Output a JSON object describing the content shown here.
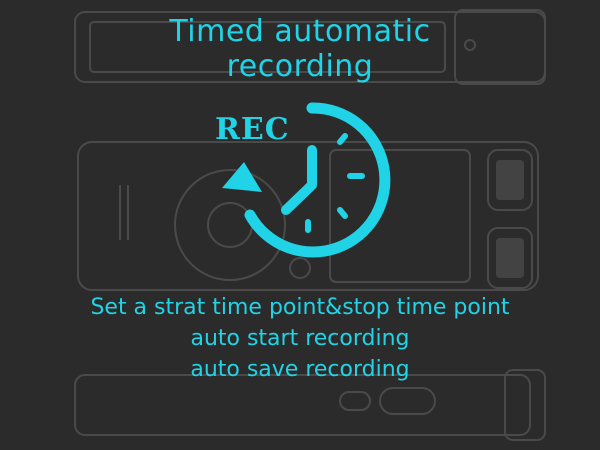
{
  "title": {
    "line1": "Timed automatic",
    "line2": "recording"
  },
  "icon": {
    "label": "REC",
    "name": "timer-record-icon",
    "color": "#21d3e6"
  },
  "description": {
    "line1": "Set a strat time point&stop time point",
    "line2": "auto start recording",
    "line3": "auto save recording"
  },
  "colors": {
    "background": "#2b2b2b",
    "accent": "#21d3e6",
    "outline": "#5a5a5a"
  }
}
